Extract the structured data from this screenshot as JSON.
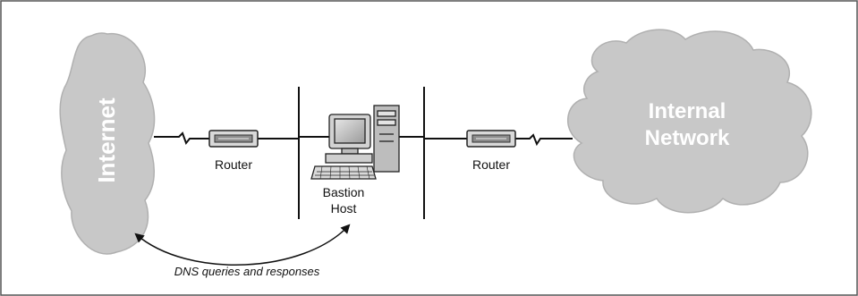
{
  "internet": {
    "label": "Internet"
  },
  "internal_network": {
    "line1": "Internal",
    "line2": "Network"
  },
  "router_left": {
    "label": "Router"
  },
  "router_right": {
    "label": "Router"
  },
  "bastion": {
    "line1": "Bastion",
    "line2": "Host"
  },
  "dns_annotation": "DNS queries and responses",
  "colors": {
    "cloud_fill": "#c8c8c8",
    "cloud_stroke": "#b4b4b4",
    "line": "#111111",
    "frame": "#555555"
  }
}
